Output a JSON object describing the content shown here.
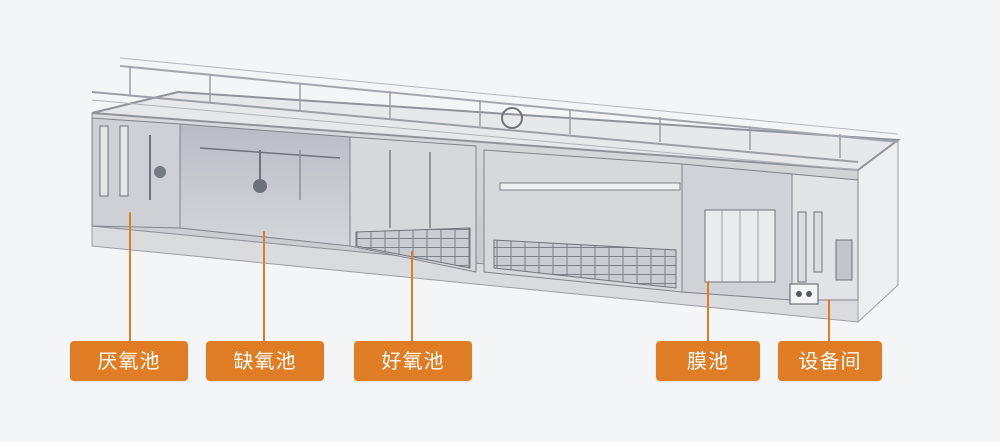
{
  "colors": {
    "background": "#f4f5f7",
    "label_fill": "#e07d24",
    "label_text": "#ffffff",
    "leader_line": "#e07d24"
  },
  "equipment": {
    "icon": "containerized-wastewater-treatment-unit-illustration"
  },
  "labels": [
    {
      "text": "厌氧池"
    },
    {
      "text": "缺氧池"
    },
    {
      "text": "好氧池"
    },
    {
      "text": "膜池"
    },
    {
      "text": "设备间"
    }
  ]
}
